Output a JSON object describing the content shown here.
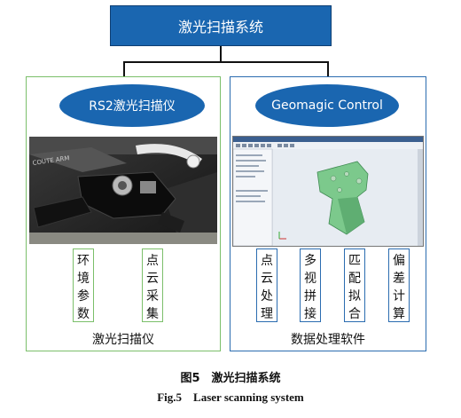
{
  "title": "激光扫描系统",
  "left": {
    "device_name": "RS2激光扫描仪",
    "photo_text": "COUTE ARM",
    "items": [
      "环境参数",
      "点云采集"
    ],
    "caption": "激光扫描仪"
  },
  "right": {
    "software_name": "Geomagic Control",
    "items": [
      "点云处理",
      "多视拼接",
      "匹配拟合",
      "偏差计算"
    ],
    "caption": "数据处理软件"
  },
  "figure": {
    "caption_cn": "图5　激光扫描系统",
    "caption_en": "Fig.5　Laser scanning system"
  },
  "colors": {
    "box_blue": "#1a66b0",
    "left_border_green": "#7bbf6a",
    "right_border_blue": "#2b6cb0",
    "model_green": "#7cc98c"
  }
}
